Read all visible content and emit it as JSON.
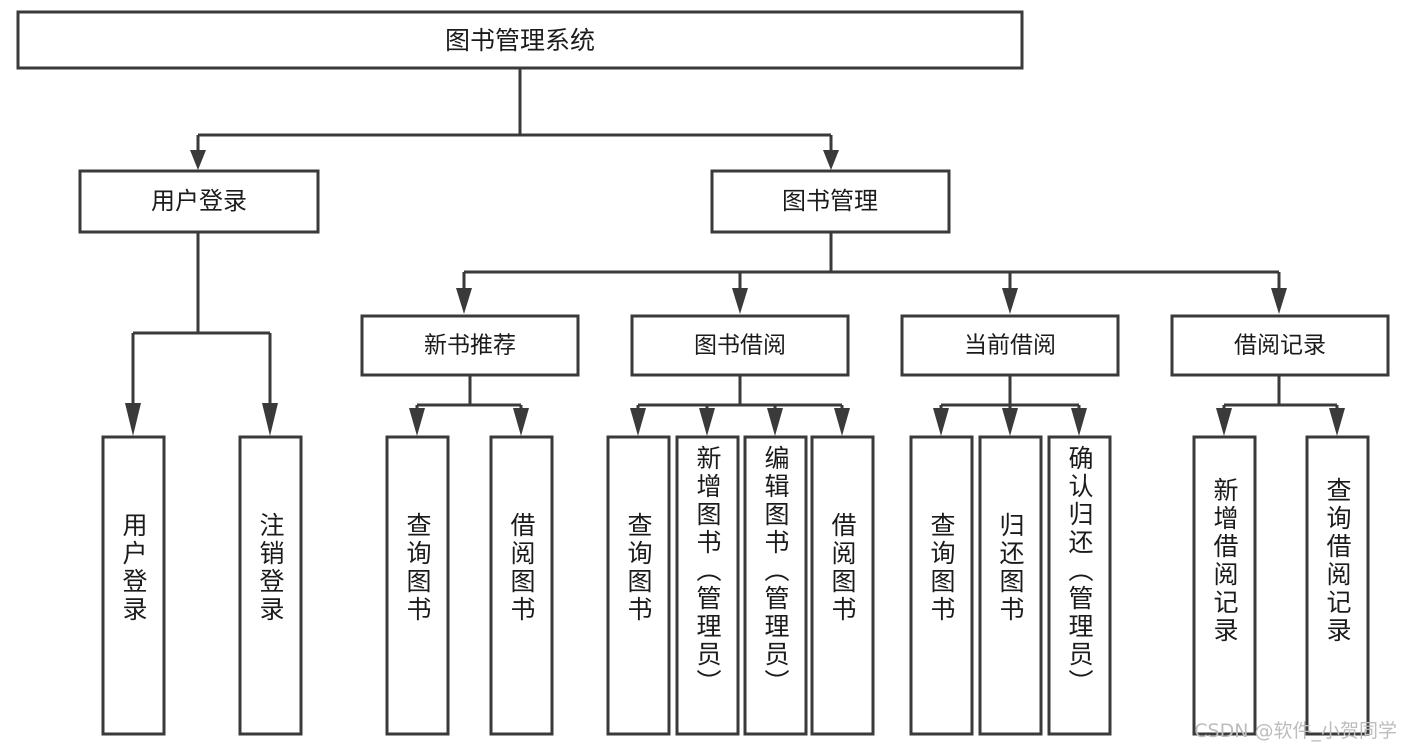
{
  "diagram": {
    "title": "图书管理系统",
    "type": "tree-hierarchy-diagram",
    "colors": {
      "box_stroke": "#3a3a3a",
      "box_fill": "#ffffff",
      "text": "#1b1b1b",
      "background": "#ffffff",
      "watermark": "#bdbdbd"
    },
    "root": {
      "label": "图书管理系统"
    },
    "level2": [
      {
        "label": "用户登录"
      },
      {
        "label": "图书管理"
      }
    ],
    "level3": [
      {
        "label": "新书推荐"
      },
      {
        "label": "图书借阅"
      },
      {
        "label": "当前借阅"
      },
      {
        "label": "借阅记录"
      }
    ],
    "leaves": {
      "user_login": [
        {
          "label": "用户登录"
        },
        {
          "label": "注销登录"
        }
      ],
      "new_book_recommend": [
        {
          "label": "查询图书"
        },
        {
          "label": "借阅图书"
        }
      ],
      "book_borrow": [
        {
          "label": "查询图书"
        },
        {
          "label": "新增图书（管理员）"
        },
        {
          "label": "编辑图书（管理员）"
        },
        {
          "label": "借阅图书"
        }
      ],
      "current_borrow": [
        {
          "label": "查询图书"
        },
        {
          "label": "归还图书"
        },
        {
          "label": "确认归还（管理员）"
        }
      ],
      "borrow_records": [
        {
          "label": "新增借阅记录"
        },
        {
          "label": "查询借阅记录"
        }
      ]
    },
    "watermark": "CSDN @软件_小贺同学"
  }
}
